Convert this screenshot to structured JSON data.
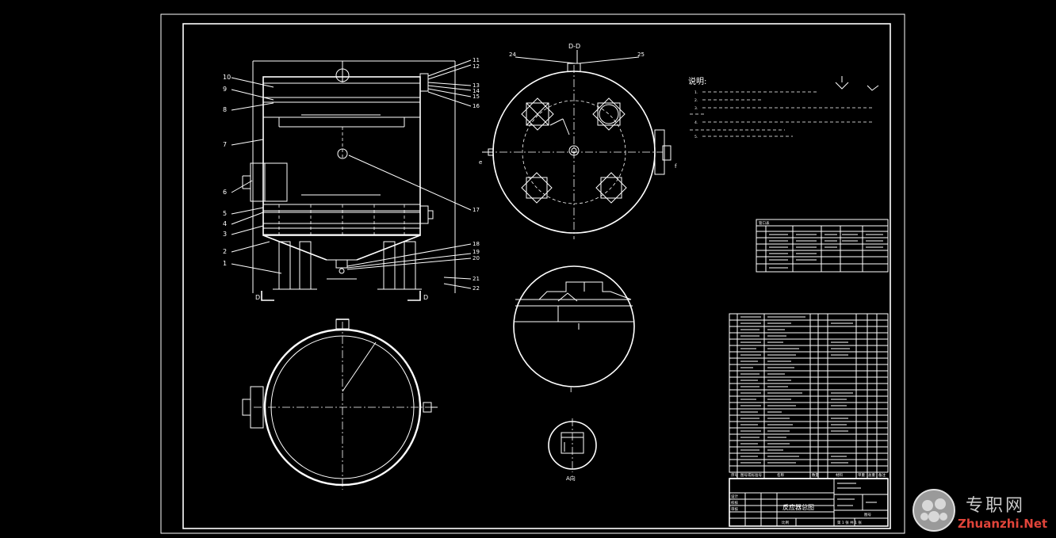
{
  "drawing": {
    "title": "反应器总图",
    "section_label": "D-D",
    "cut_mark_left": "D",
    "cut_mark_right": "D",
    "detail_label": "I",
    "small_view_label": "A向",
    "notes_heading": "说明:",
    "notes": [
      "1.",
      "2.",
      "3.",
      "4.",
      "5."
    ],
    "nozzle_table_heading": "管口表",
    "sheet_info": "第 1 张  共 1 张",
    "scale_label": "比例"
  },
  "callouts": {
    "left": [
      "10",
      "9",
      "8",
      "7",
      "6",
      "5",
      "4",
      "3",
      "2",
      "1"
    ],
    "right": [
      "11",
      "12",
      "13",
      "14",
      "15",
      "16",
      "17",
      "18",
      "19",
      "20",
      "21",
      "22"
    ],
    "section": [
      "24",
      "25"
    ]
  },
  "bom": {
    "header": [
      "序号",
      "图号或标准号",
      "名称",
      "数量",
      "材料",
      "单重",
      "总重",
      "备注"
    ]
  },
  "title_block": {
    "design": "设计",
    "check": "校核",
    "approve": "审核",
    "drawing_no_label": "图号"
  },
  "watermark": {
    "text": "专职网",
    "url": "Zhuanzhi.Net"
  },
  "colors": {
    "background": "#000000",
    "line": "#ffffff",
    "accent": "#e8e24a",
    "watermark_url": "#e0443a"
  }
}
